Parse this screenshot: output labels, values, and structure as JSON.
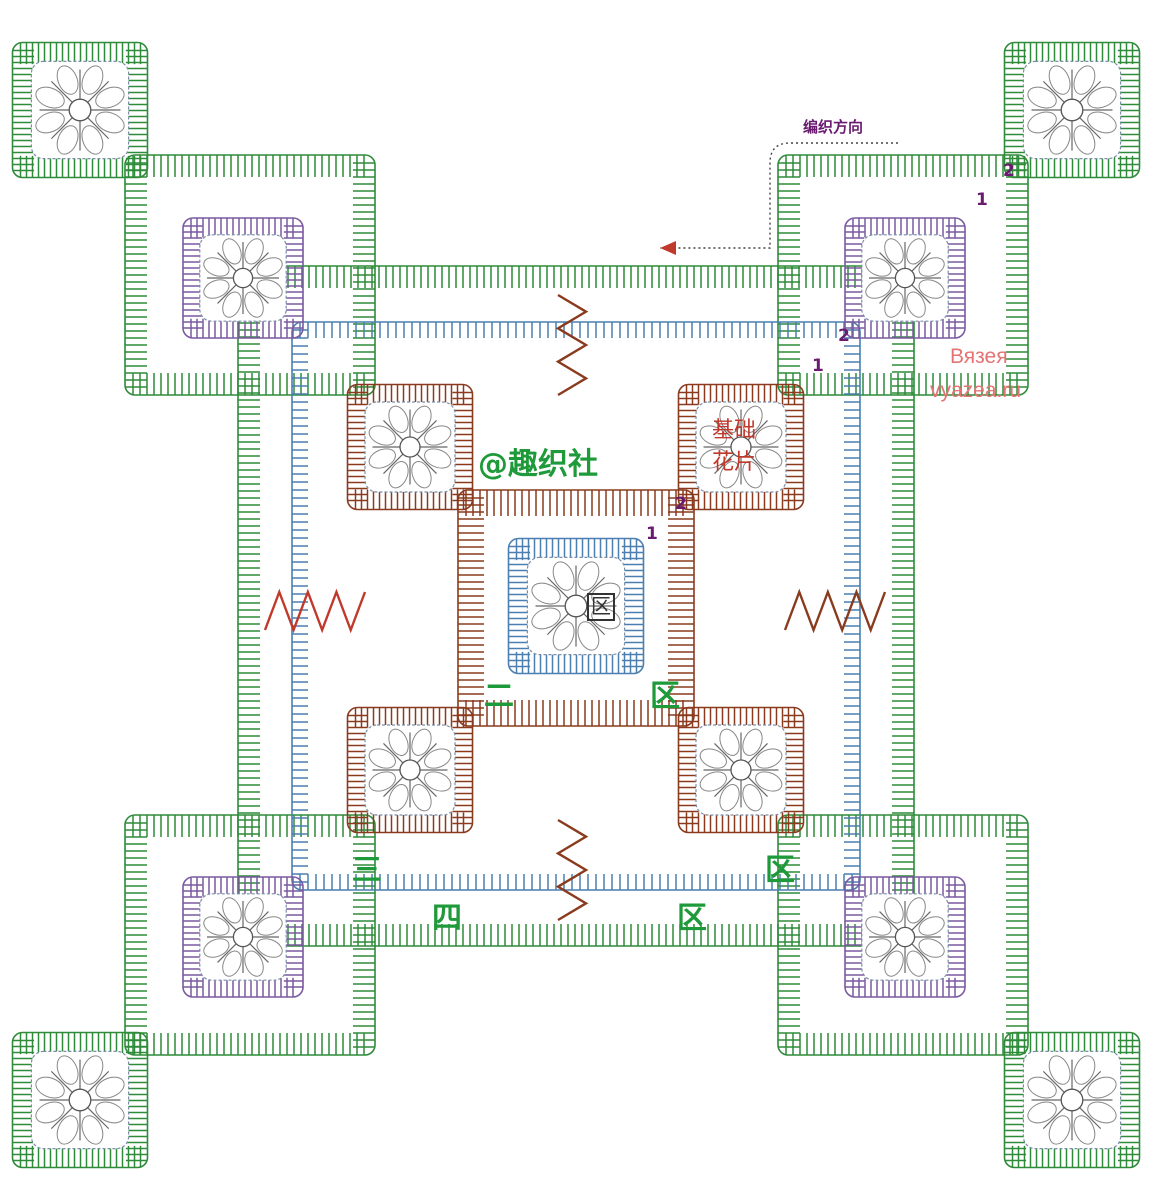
{
  "direction_label": "编织方向",
  "brand_label": "@趣织社",
  "center_label_line1": "基础",
  "center_label_line2": "花片",
  "center_marker": "区",
  "region_labels": {
    "left_mid": "二",
    "right_mid": "区",
    "bottom_left_a": "三",
    "bottom_left_b": "四",
    "bottom_right_a": "区",
    "bottom_right_b": "区"
  },
  "round_numbers": {
    "inner_a": "1",
    "inner_b": "2",
    "middle_a": "1",
    "middle_b": "2",
    "outer_a": "1",
    "outer_b": "2"
  },
  "watermark": {
    "line1": "Вязея",
    "line2": "vyazea.ru"
  },
  "colors": {
    "outer_green": "#2e8b3a",
    "light_green": "#58b86a",
    "blue": "#4a7fb0",
    "purple": "#7a5aa0",
    "brown": "#8a3b1e",
    "red": "#c0392b",
    "dark": "#333333"
  }
}
